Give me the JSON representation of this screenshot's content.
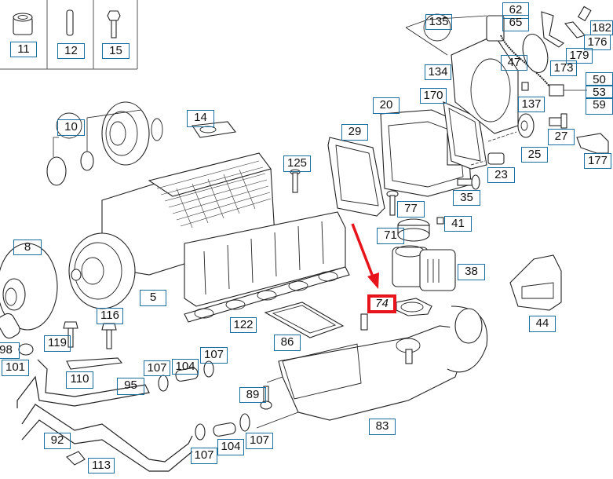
{
  "diagram": {
    "title": "Supercharger / intake manifold exploded parts diagram",
    "highlighted_part": "74",
    "arrow_color": "#e8141c",
    "label_border_color": "#1a6ea0",
    "highlight_color": "#e8141c",
    "legend_boxes": [
      {
        "id": "11",
        "part": "bushing"
      },
      {
        "id": "12",
        "part": "dowel pin"
      },
      {
        "id": "15",
        "part": "bolt"
      }
    ],
    "labels": [
      {
        "id": "11"
      },
      {
        "id": "12"
      },
      {
        "id": "15"
      },
      {
        "id": "135"
      },
      {
        "id": "62"
      },
      {
        "id": "65"
      },
      {
        "id": "182"
      },
      {
        "id": "176"
      },
      {
        "id": "179"
      },
      {
        "id": "47"
      },
      {
        "id": "173"
      },
      {
        "id": "134"
      },
      {
        "id": "50"
      },
      {
        "id": "53"
      },
      {
        "id": "59"
      },
      {
        "id": "170"
      },
      {
        "id": "137"
      },
      {
        "id": "20"
      },
      {
        "id": "29"
      },
      {
        "id": "27"
      },
      {
        "id": "25"
      },
      {
        "id": "177"
      },
      {
        "id": "23"
      },
      {
        "id": "35"
      },
      {
        "id": "10"
      },
      {
        "id": "14"
      },
      {
        "id": "125"
      },
      {
        "id": "77"
      },
      {
        "id": "41"
      },
      {
        "id": "71"
      },
      {
        "id": "38"
      },
      {
        "id": "8"
      },
      {
        "id": "5"
      },
      {
        "id": "74"
      },
      {
        "id": "44"
      },
      {
        "id": "116"
      },
      {
        "id": "119"
      },
      {
        "id": "122"
      },
      {
        "id": "86"
      },
      {
        "id": "98"
      },
      {
        "id": "101"
      },
      {
        "id": "107a",
        "text": "107"
      },
      {
        "id": "104a",
        "text": "104"
      },
      {
        "id": "107b",
        "text": "107"
      },
      {
        "id": "110"
      },
      {
        "id": "95"
      },
      {
        "id": "89"
      },
      {
        "id": "83"
      },
      {
        "id": "92"
      },
      {
        "id": "107c",
        "text": "107"
      },
      {
        "id": "104b",
        "text": "104"
      },
      {
        "id": "107d",
        "text": "107"
      },
      {
        "id": "113"
      }
    ],
    "text": {
      "l11": "11",
      "l12": "12",
      "l15": "15",
      "l135": "135",
      "l62": "62",
      "l65": "65",
      "l182": "182",
      "l176": "176",
      "l179": "179",
      "l47": "47",
      "l173": "173",
      "l134": "134",
      "l50": "50",
      "l53": "53",
      "l59": "59",
      "l170": "170",
      "l137": "137",
      "l20": "20",
      "l29": "29",
      "l27": "27",
      "l25": "25",
      "l177": "177",
      "l23": "23",
      "l35": "35",
      "l10": "10",
      "l14": "14",
      "l125": "125",
      "l77": "77",
      "l41": "41",
      "l71": "71",
      "l38": "38",
      "l8": "8",
      "l5": "5",
      "l74": "74",
      "l44": "44",
      "l116": "116",
      "l119": "119",
      "l122": "122",
      "l86": "86",
      "l98": "98",
      "l101": "101",
      "l107a": "107",
      "l104a": "104",
      "l107b": "107",
      "l110": "110",
      "l95": "95",
      "l89": "89",
      "l83": "83",
      "l92": "92",
      "l107c": "107",
      "l104b": "104",
      "l107d": "107",
      "l113": "113"
    }
  }
}
